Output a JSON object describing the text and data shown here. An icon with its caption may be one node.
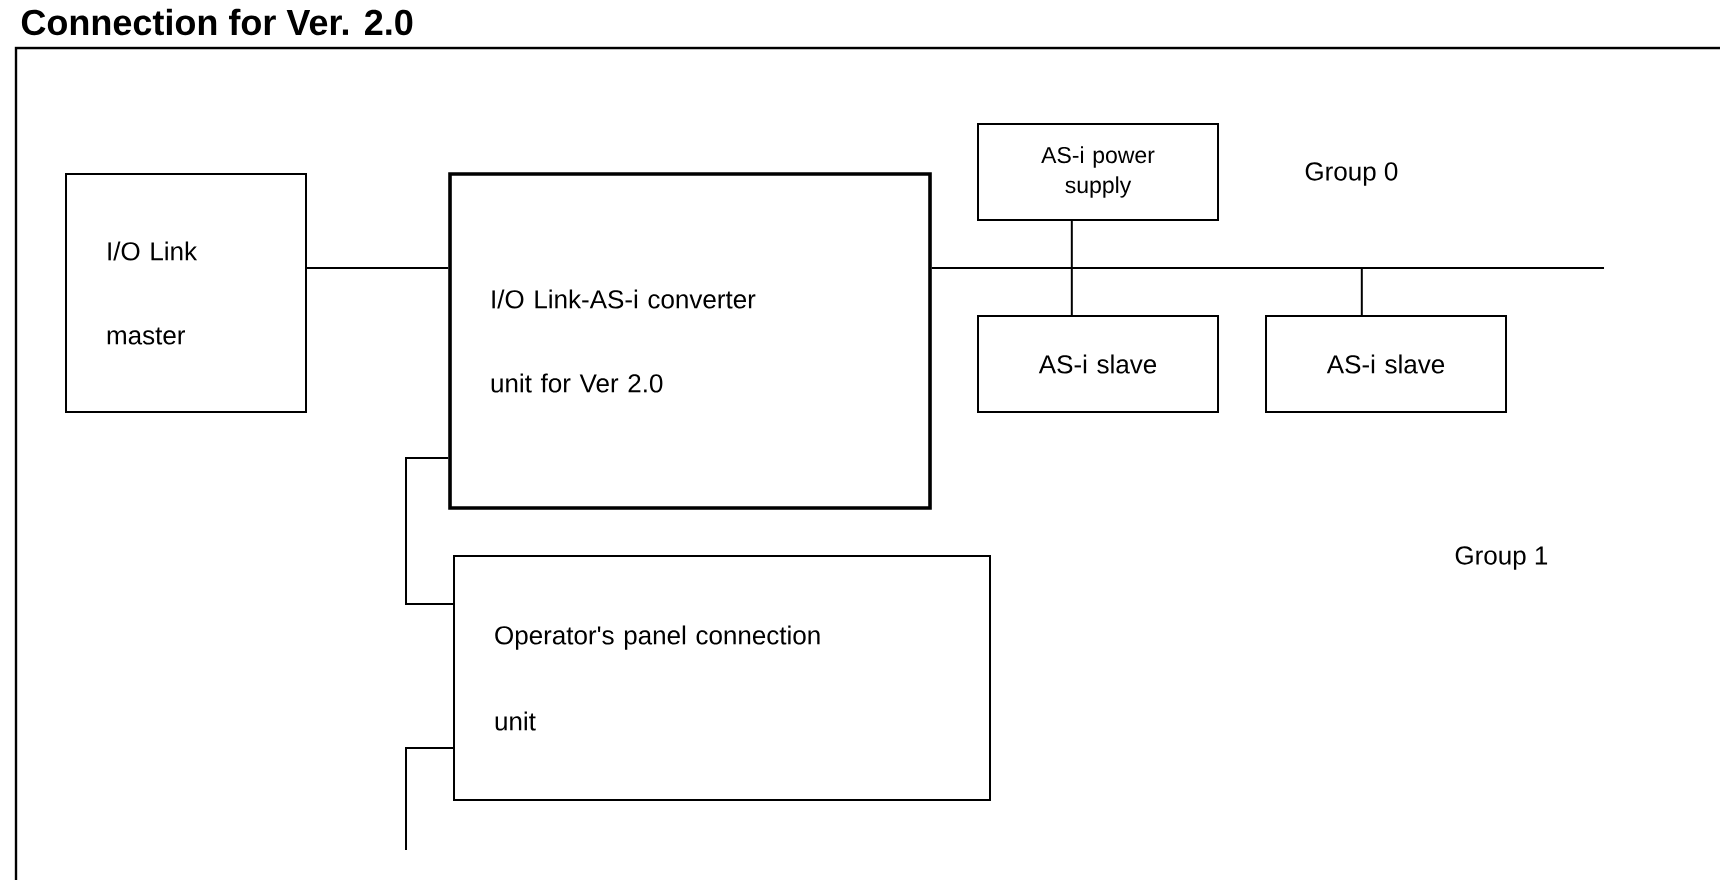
{
  "diagram": {
    "title": "Connection for Ver. 2.0",
    "nodes": [
      {
        "text": [
          "I/O Link master"
        ]
      },
      {
        "text": [
          "I/O Link-AS-i converter unit for Ver 2.0"
        ]
      },
      {
        "text": [
          "AS-i power supply"
        ]
      },
      {
        "text": [
          "AS-i slave"
        ]
      },
      {
        "text": [
          "AS-i slave"
        ]
      },
      {
        "text": [
          "Operator's panel connection unit"
        ]
      }
    ],
    "edges": [
      {
        "from": 0,
        "to": 1,
        "arrow": "none"
      },
      {
        "from": 1,
        "to": null,
        "arrow": "none"
      },
      {
        "from": 1,
        "to": 2,
        "arrow": "none"
      },
      {
        "from": 1,
        "to": 3,
        "arrow": "none"
      },
      {
        "from": 1,
        "to": 4,
        "arrow": "none"
      },
      {
        "from": 1,
        "to": 5,
        "arrow": "none"
      },
      {
        "from": 5,
        "to": null,
        "arrow": "none"
      }
    ],
    "labels": [
      "Group 0",
      "Group 1"
    ]
  }
}
